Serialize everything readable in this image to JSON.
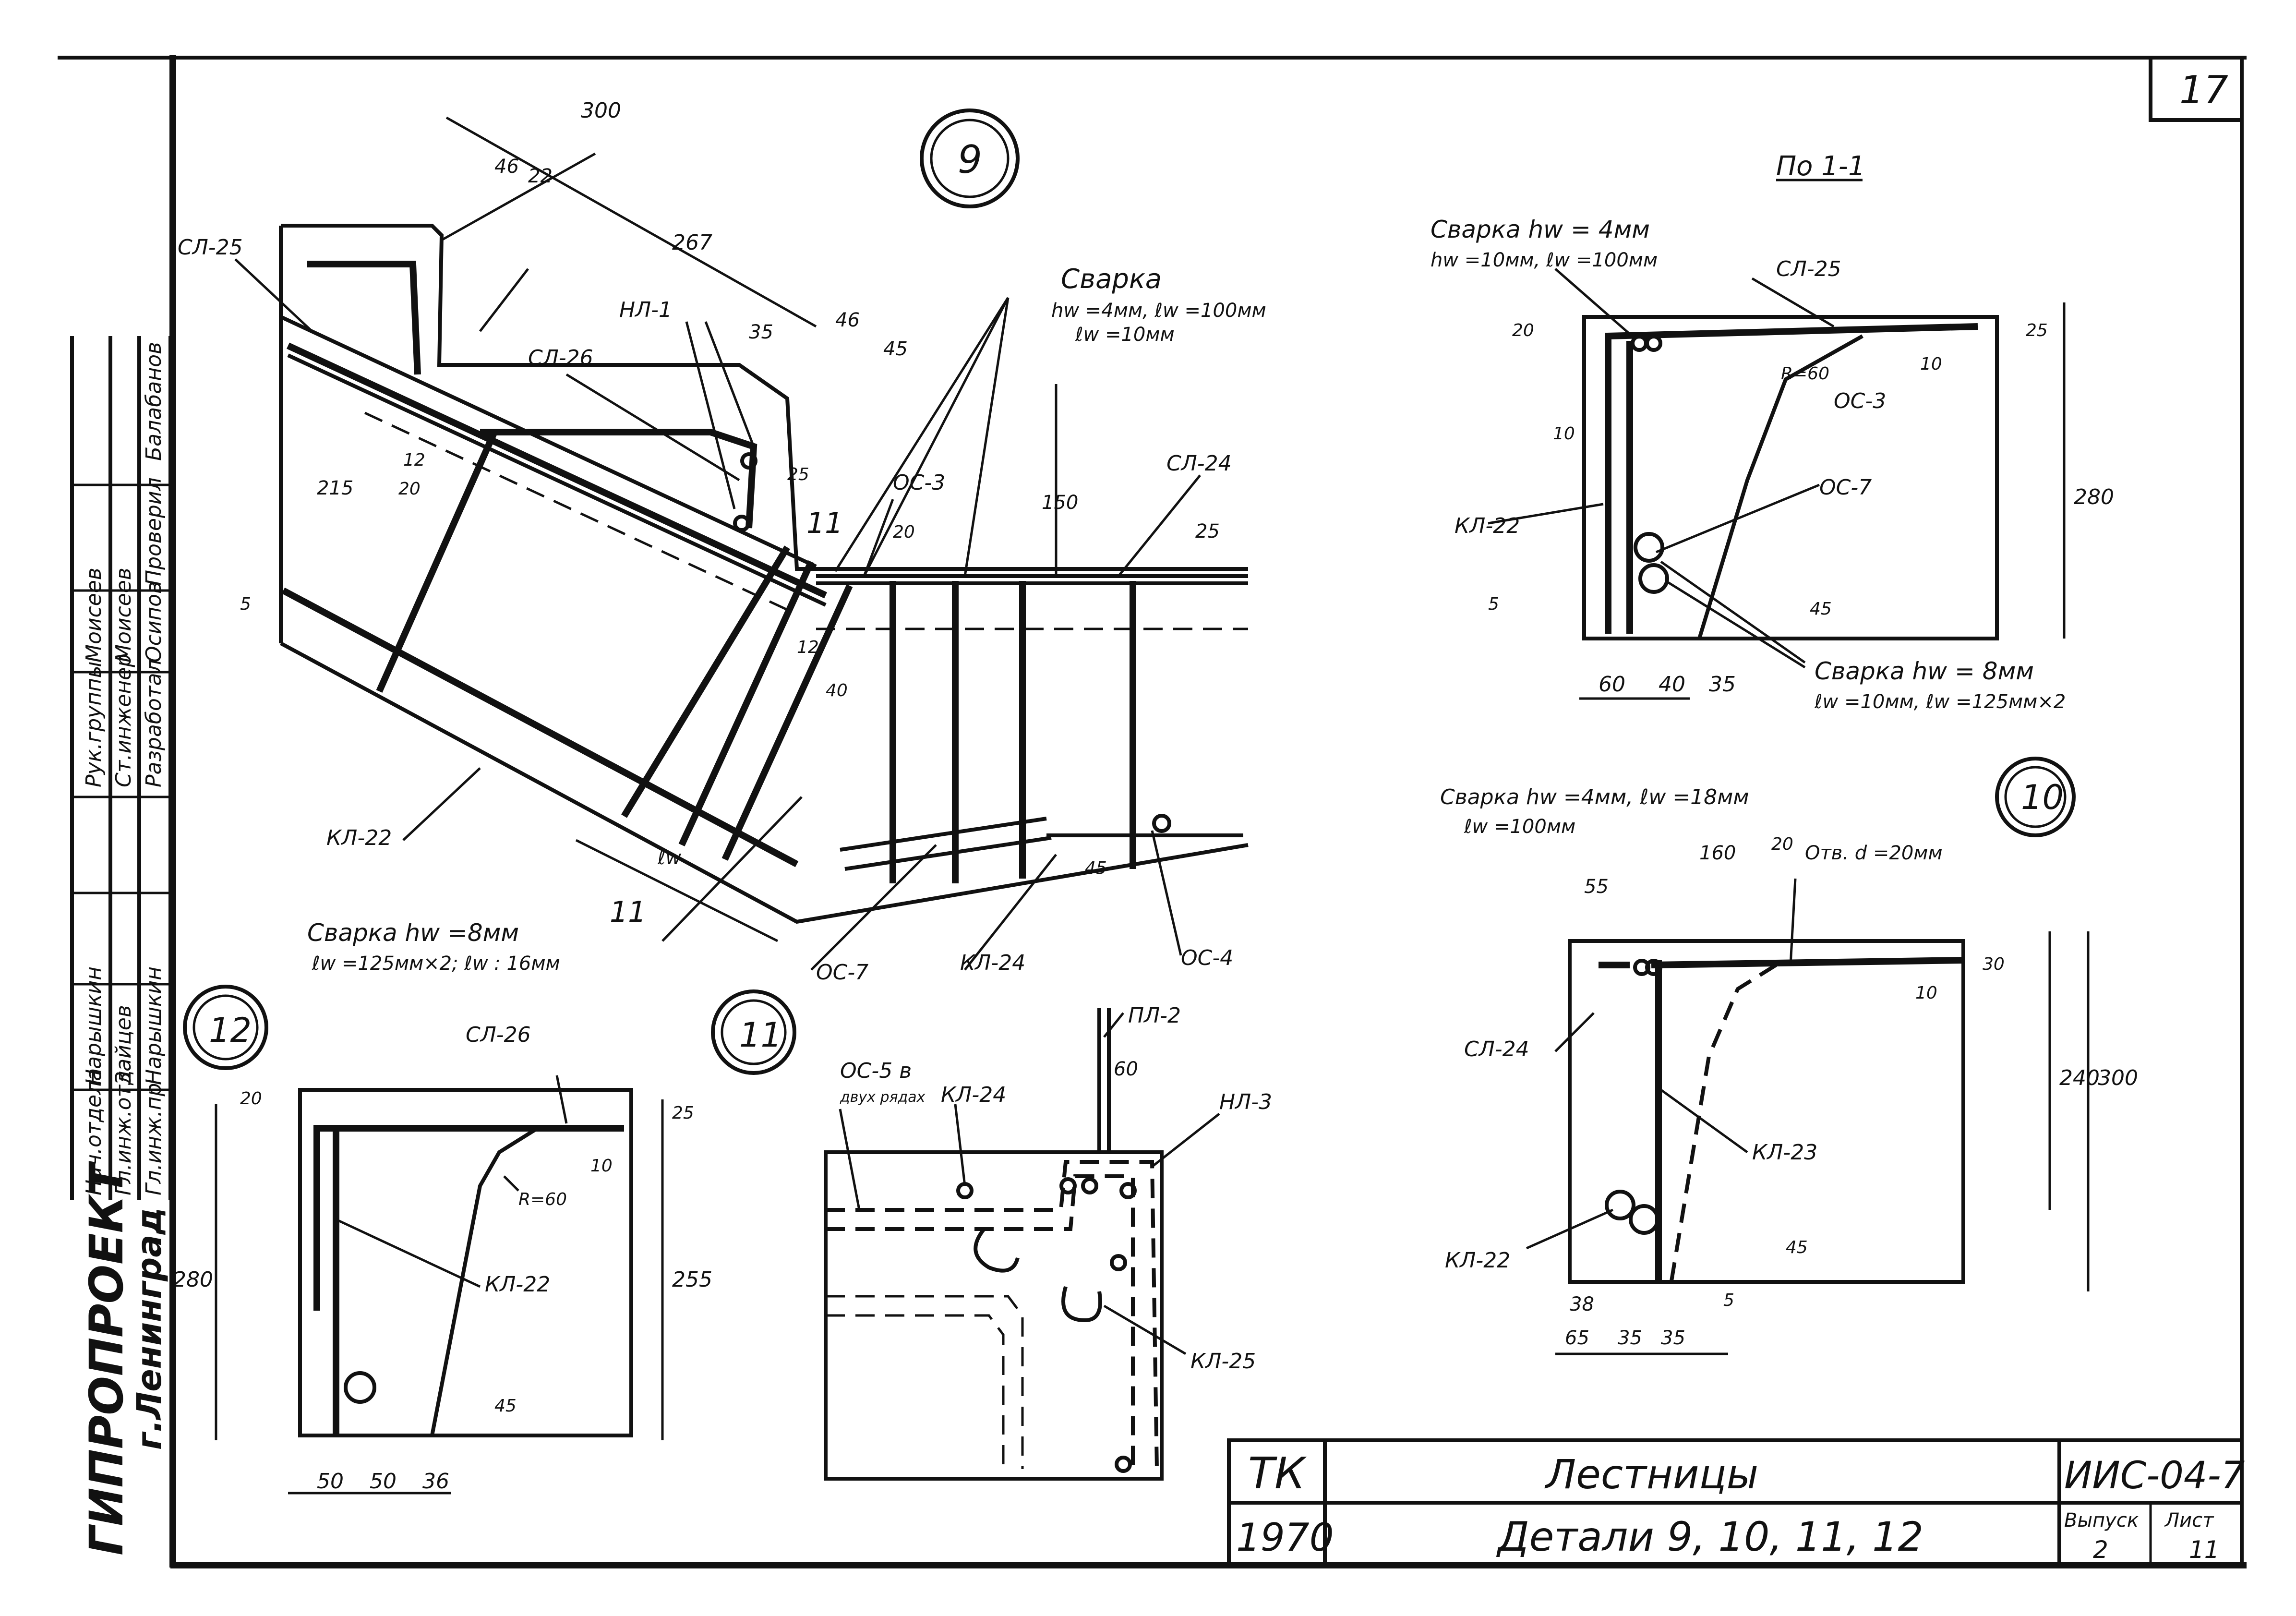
{
  "sheet": {
    "sheet_corner_number": "17",
    "org_name": "ГИПРОПРОЕКТ",
    "org_city": "г.Ленинград"
  },
  "stamp_rows": [
    {
      "role": "Нач.отдела",
      "name": "Нарышкин"
    },
    {
      "role": "Гл.инж.отд",
      "name": "Зайцев"
    },
    {
      "role": "Гл.инж.пр",
      "name": "Нарышкин"
    },
    {
      "role": "Рук.группы",
      "name": "Моисеев"
    },
    {
      "role": "Ст.инженер",
      "name": "Моисеев"
    },
    {
      "role": "Разработал",
      "name": "Осипов"
    },
    {
      "role": "Проверил",
      "name": "Балабанов"
    }
  ],
  "title_block": {
    "org": "ТК",
    "year": "1970",
    "title": "Лестницы",
    "subtitle": "Детали 9, 10, 11, 12",
    "code": "ИИС-04-7",
    "issue_label": "Выпуск",
    "issue_value": "2",
    "sheet_label": "Лист",
    "sheet_value": "11"
  },
  "detail_9": {
    "number": "9",
    "dims": [
      "300",
      "46",
      "22",
      "267",
      "35",
      "46",
      "45",
      "150",
      "25",
      "12",
      "20",
      "215",
      "25",
      "12",
      "40",
      "45",
      "5",
      "20"
    ],
    "labels": {
      "sl25": "СЛ-25",
      "sl26": "СЛ-26",
      "nl1": "НЛ-1",
      "os3": "ОС-3",
      "sl24": "СЛ-24",
      "kl22": "КЛ-22",
      "os7": "ОС-7",
      "kl24": "КЛ-24",
      "os4": "ОС-4",
      "cut": "11",
      "lw": "ℓw"
    },
    "weld_top": [
      "Сварка",
      "hw =4мм, ℓw =100мм",
      "ℓw =10мм"
    ],
    "weld_bottom": [
      "Сварка  hw =8мм",
      "ℓw =125мм×2; ℓw : 16мм"
    ]
  },
  "section_11": {
    "title": "По 1-1",
    "weld_top": [
      "Сварка hw = 4мм",
      "hw =10мм, ℓw =100мм"
    ],
    "labels": {
      "sl25": "СЛ-25",
      "os3": "ОС-3",
      "os7": "ОС-7",
      "kl22": "КЛ-22",
      "r": "R=60"
    },
    "dims": [
      "20",
      "25",
      "10",
      "10",
      "280",
      "45",
      "5",
      "60",
      "40",
      "35"
    ],
    "weld_bottom": [
      "Сварка hw = 8мм",
      "ℓw =10мм, ℓw =125мм×2"
    ]
  },
  "detail_10": {
    "number": "10",
    "weld": [
      "Сварка hw =4мм, ℓw =18мм",
      "ℓw =100мм"
    ],
    "labels": {
      "sl24": "СЛ-24",
      "kl23": "КЛ-23",
      "kl22": "КЛ-22",
      "hole": "Отв. d =20мм"
    },
    "dims": [
      "160",
      "20",
      "55",
      "30",
      "10",
      "240",
      "300",
      "45",
      "38",
      "65",
      "35",
      "35",
      "5"
    ]
  },
  "detail_11": {
    "number": "11",
    "labels": {
      "os5": "ОС-5 в",
      "os5b": "двух рядах",
      "kl24": "КЛ-24",
      "pl2": "ПЛ-2",
      "nl3": "НЛ-3",
      "kl25": "КЛ-25"
    },
    "dims": [
      "60"
    ]
  },
  "detail_12": {
    "number": "12",
    "labels": {
      "sl26": "СЛ-26",
      "kl22": "КЛ-22",
      "r": "R=60"
    },
    "dims": [
      "20",
      "25",
      "10",
      "280",
      "255",
      "45",
      "50",
      "50",
      "36"
    ]
  }
}
